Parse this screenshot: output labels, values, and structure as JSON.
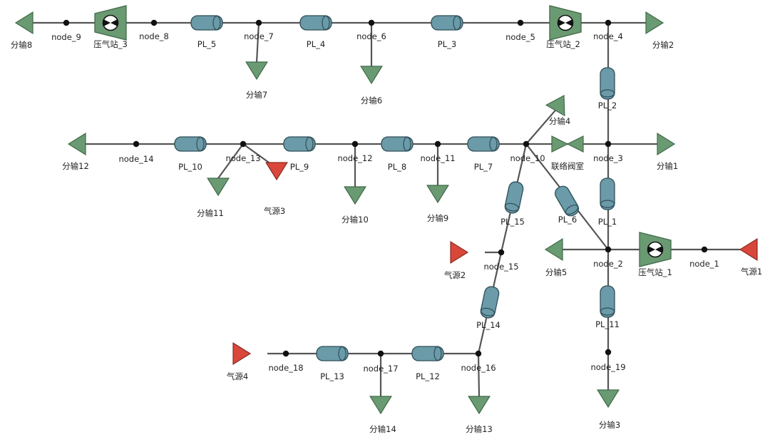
{
  "colors": {
    "line": "#555555",
    "node": "#111111",
    "pipe_fill": "#6b9aa8",
    "pipe_stroke": "#2f4f58",
    "sink_fill": "#6a9a72",
    "sink_stroke": "#3f6a49",
    "source_fill": "#d9473a",
    "source_stroke": "#8a2a22",
    "compressor_fill": "#6a9a72",
    "compressor_stroke": "#3f6a49",
    "valve_fill": "#6a9a72",
    "label": "#222222"
  },
  "nodes": [
    {
      "id": "node_1",
      "label": "node_1"
    },
    {
      "id": "node_2",
      "label": "node_2"
    },
    {
      "id": "node_3",
      "label": "node_3"
    },
    {
      "id": "node_4",
      "label": "node_4"
    },
    {
      "id": "node_5",
      "label": "node_5"
    },
    {
      "id": "node_6",
      "label": "node_6"
    },
    {
      "id": "node_7",
      "label": "node_7"
    },
    {
      "id": "node_8",
      "label": "node_8"
    },
    {
      "id": "node_9",
      "label": "node_9"
    },
    {
      "id": "node_10",
      "label": "node_10"
    },
    {
      "id": "node_11",
      "label": "node_11"
    },
    {
      "id": "node_12",
      "label": "node_12"
    },
    {
      "id": "node_13",
      "label": "node_13"
    },
    {
      "id": "node_14",
      "label": "node_14"
    },
    {
      "id": "node_15",
      "label": "node_15"
    },
    {
      "id": "node_16",
      "label": "node_16"
    },
    {
      "id": "node_17",
      "label": "node_17"
    },
    {
      "id": "node_18",
      "label": "node_18"
    },
    {
      "id": "node_19",
      "label": "node_19"
    }
  ],
  "pipes": [
    {
      "id": "PL_1",
      "label": "PL_1",
      "from": "node_3",
      "to": "node_2"
    },
    {
      "id": "PL_2",
      "label": "PL_2",
      "from": "node_4",
      "to": "node_3"
    },
    {
      "id": "PL_3",
      "label": "PL_3",
      "from": "node_6",
      "to": "node_5"
    },
    {
      "id": "PL_4",
      "label": "PL_4",
      "from": "node_7",
      "to": "node_6"
    },
    {
      "id": "PL_5",
      "label": "PL_5",
      "from": "node_8",
      "to": "node_7"
    },
    {
      "id": "PL_6",
      "label": "PL_6",
      "from": "node_10",
      "to": "node_2"
    },
    {
      "id": "PL_7",
      "label": "PL_7",
      "from": "node_11",
      "to": "node_10"
    },
    {
      "id": "PL_8",
      "label": "PL_8",
      "from": "node_12",
      "to": "node_11"
    },
    {
      "id": "PL_9",
      "label": "PL_9",
      "from": "node_13",
      "to": "node_12"
    },
    {
      "id": "PL_10",
      "label": "PL_10",
      "from": "node_14",
      "to": "node_13"
    },
    {
      "id": "PL_11",
      "label": "PL_11",
      "from": "node_2",
      "to": "node_19"
    },
    {
      "id": "PL_12",
      "label": "PL_12",
      "from": "node_17",
      "to": "node_16"
    },
    {
      "id": "PL_13",
      "label": "PL_13",
      "from": "node_18",
      "to": "node_17"
    },
    {
      "id": "PL_14",
      "label": "PL_14",
      "from": "node_16",
      "to": "node_15"
    },
    {
      "id": "PL_15",
      "label": "PL_15",
      "from": "node_15",
      "to": "node_10"
    }
  ],
  "compressors": [
    {
      "id": "cs1",
      "label": "压气站_1",
      "from": "node_1",
      "to": "node_2"
    },
    {
      "id": "cs2",
      "label": "压气站_2",
      "from": "node_5",
      "to": "node_4"
    },
    {
      "id": "cs3",
      "label": "压气站_3",
      "from": "node_9",
      "to": "node_8"
    }
  ],
  "valves": [
    {
      "id": "v1",
      "label": "联络阀室",
      "from": "node_10",
      "to": "node_3"
    }
  ],
  "sources": [
    {
      "id": "s1",
      "label": "气源1",
      "node": "node_1"
    },
    {
      "id": "s2",
      "label": "气源2",
      "node": "node_15"
    },
    {
      "id": "s3",
      "label": "气源3",
      "node": "node_13"
    },
    {
      "id": "s4",
      "label": "气源4",
      "node": "node_18"
    }
  ],
  "sinks": [
    {
      "id": "d1",
      "label": "分输1",
      "node": "node_3"
    },
    {
      "id": "d2",
      "label": "分输2",
      "node": "node_4"
    },
    {
      "id": "d3",
      "label": "分输3",
      "node": "node_19"
    },
    {
      "id": "d4",
      "label": "分输4",
      "node": "node_10"
    },
    {
      "id": "d5",
      "label": "分输5",
      "node": "node_2"
    },
    {
      "id": "d6",
      "label": "分输6",
      "node": "node_6"
    },
    {
      "id": "d7",
      "label": "分输7",
      "node": "node_7"
    },
    {
      "id": "d8",
      "label": "分输8",
      "node": "node_9"
    },
    {
      "id": "d9",
      "label": "分输9",
      "node": "node_11"
    },
    {
      "id": "d10",
      "label": "分输10",
      "node": "node_12"
    },
    {
      "id": "d11",
      "label": "分输11",
      "node": "node_13"
    },
    {
      "id": "d12",
      "label": "分输12",
      "node": "node_14"
    },
    {
      "id": "d13",
      "label": "分输13",
      "node": "node_16"
    },
    {
      "id": "d14",
      "label": "分输14",
      "node": "node_17"
    }
  ]
}
